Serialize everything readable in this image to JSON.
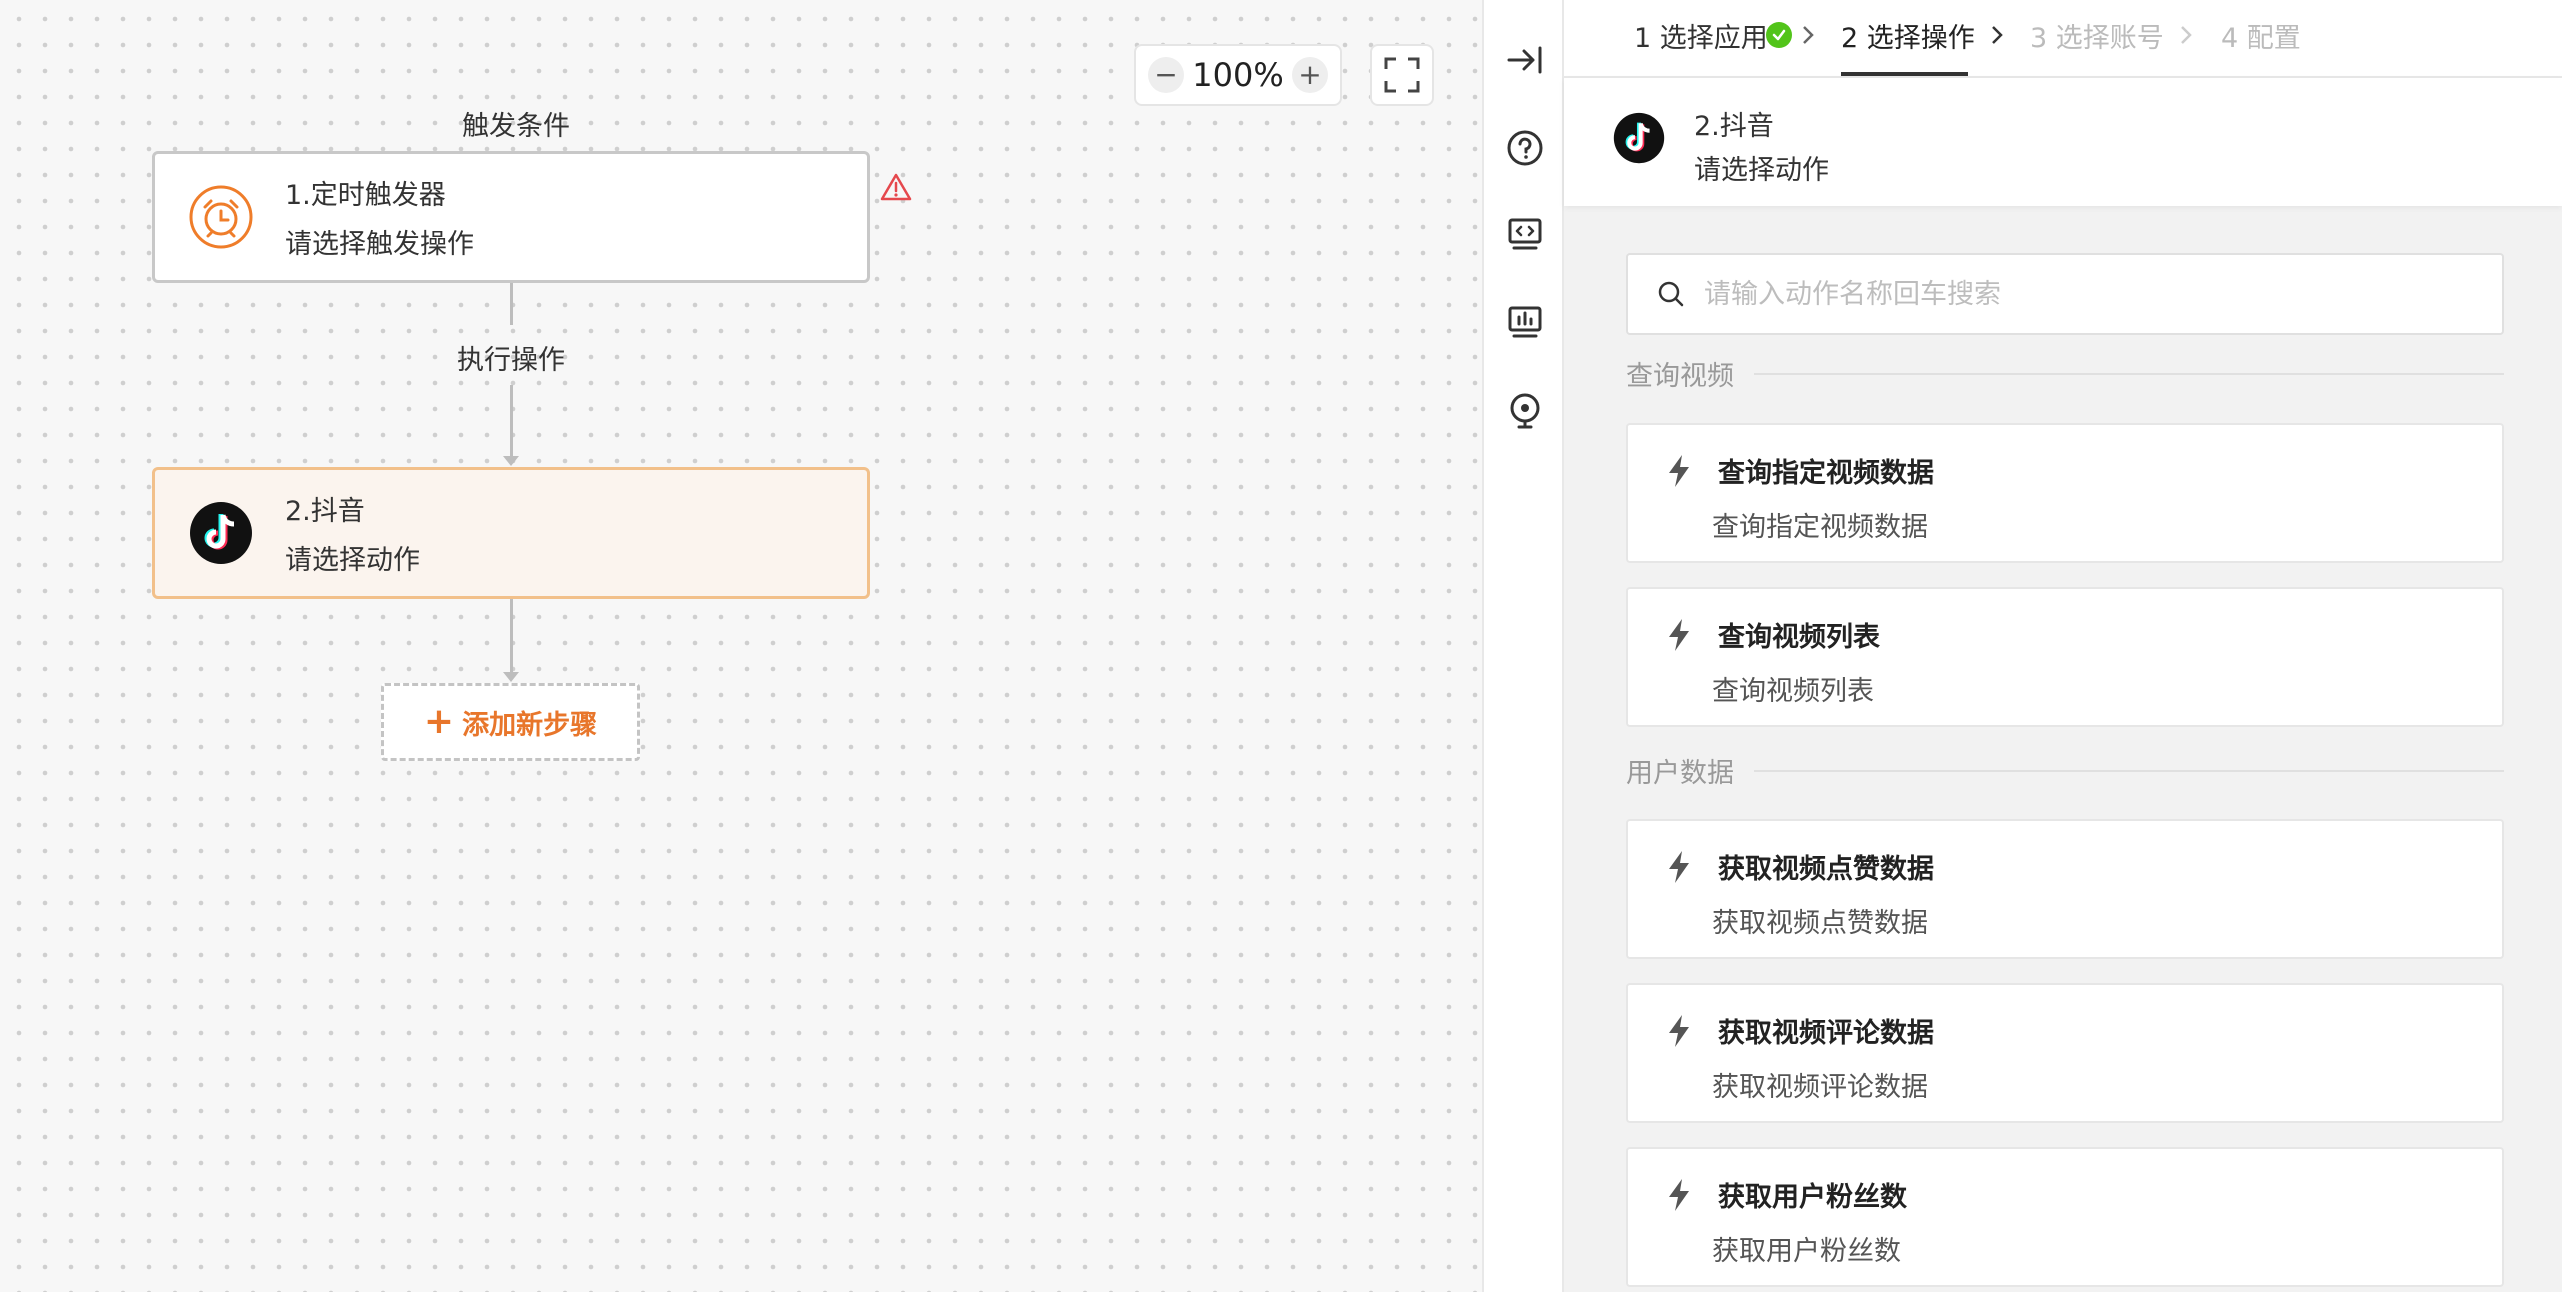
{
  "canvas": {
    "zoom": {
      "minus": "−",
      "value": "100%",
      "plus": "+"
    },
    "trigger_label": "触发条件",
    "trigger_node": {
      "title": "1.定时触发器",
      "subtitle": "请选择触发操作"
    },
    "action_label": "执行操作",
    "action_node": {
      "title": "2.抖音",
      "subtitle": "请选择动作"
    },
    "add_step": {
      "plus": "+",
      "label": "添加新步骤"
    }
  },
  "rail": {
    "icons": [
      "collapse-panel-icon",
      "help-icon",
      "code-icon",
      "log-icon",
      "location-icon"
    ]
  },
  "panel": {
    "steps": [
      {
        "label": "1 选择应用",
        "state": "done"
      },
      {
        "label": "2 选择操作",
        "state": "active"
      },
      {
        "label": "3 选择账号",
        "state": "pending"
      },
      {
        "label": "4 配置",
        "state": "pending"
      }
    ],
    "app": {
      "title": "2.抖音",
      "subtitle": "请选择动作"
    },
    "search": {
      "placeholder": "请输入动作名称回车搜索"
    },
    "groups": [
      {
        "label": "查询视频",
        "actions": [
          {
            "name": "查询指定视频数据",
            "desc": "查询指定视频数据"
          },
          {
            "name": "查询视频列表",
            "desc": "查询视频列表"
          }
        ]
      },
      {
        "label": "用户数据",
        "actions": [
          {
            "name": "获取视频点赞数据",
            "desc": "获取视频点赞数据"
          },
          {
            "name": "获取视频评论数据",
            "desc": "获取视频评论数据"
          },
          {
            "name": "获取用户粉丝数",
            "desc": "获取用户粉丝数"
          }
        ]
      }
    ]
  },
  "colors": {
    "accent_orange": "#e8762b",
    "success_green": "#52c41a",
    "warning_red": "#e5484d"
  }
}
